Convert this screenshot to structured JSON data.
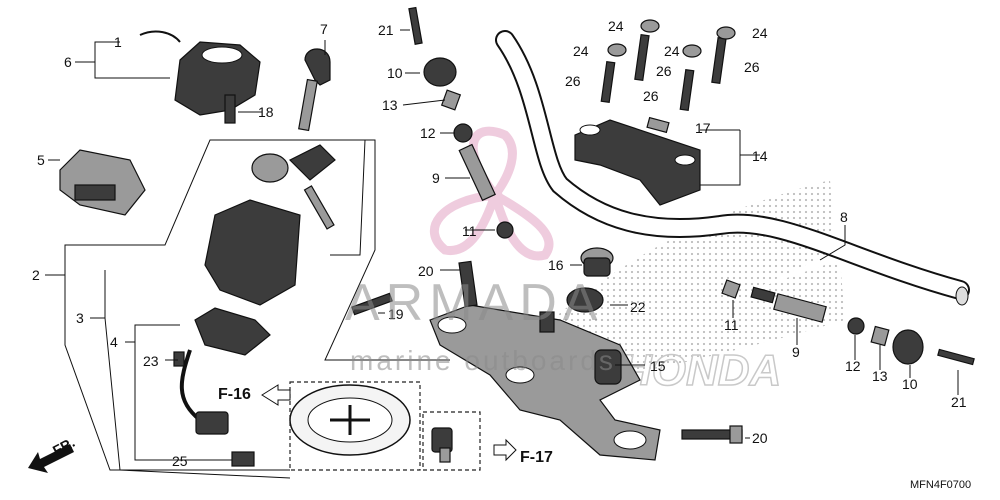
{
  "diagram": {
    "code": "MFN4F0700",
    "watermark": {
      "brand": "ARMADA",
      "subtitle": "marine outboards",
      "honda": "HONDA"
    },
    "refs": {
      "f16": "F-16",
      "f17": "F-17",
      "fr": "FR."
    },
    "callouts": {
      "c1": "1",
      "c2": "2",
      "c3": "3",
      "c4": "4",
      "c5": "5",
      "c6": "6",
      "c7": "7",
      "c8": "8",
      "c9a": "9",
      "c9b": "9",
      "c10a": "10",
      "c10b": "10",
      "c11a": "11",
      "c11b": "11",
      "c12a": "12",
      "c12b": "12",
      "c13a": "13",
      "c13b": "13",
      "c14": "14",
      "c15": "15",
      "c16": "16",
      "c17": "17",
      "c18": "18",
      "c19": "19",
      "c20a": "20",
      "c20b": "20",
      "c21a": "21",
      "c21b": "21",
      "c22": "22",
      "c23": "23",
      "c24a": "24",
      "c24b": "24",
      "c24c": "24",
      "c24d": "24",
      "c25": "25",
      "c26a": "26",
      "c26b": "26",
      "c26c": "26",
      "c26d": "26"
    }
  }
}
